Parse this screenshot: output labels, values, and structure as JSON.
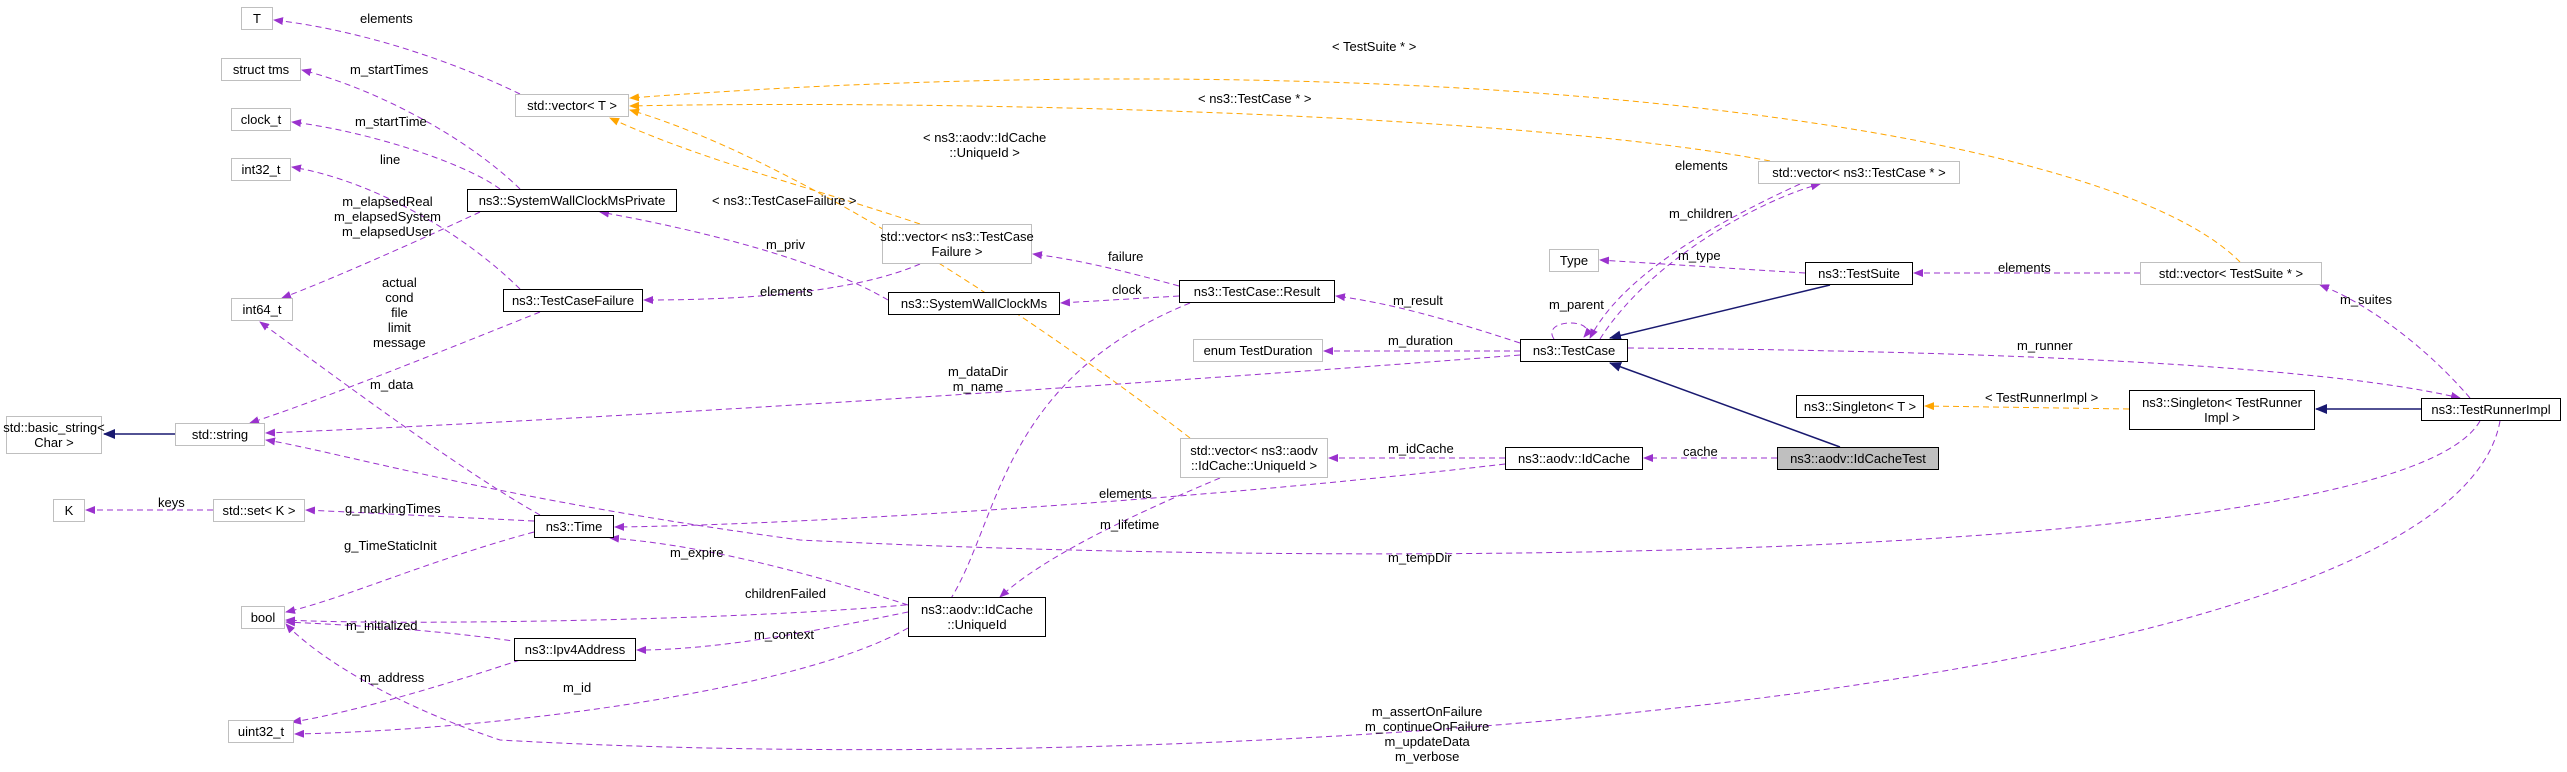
{
  "colors": {
    "usage": "#9a32cd",
    "template": "#ffa500",
    "inherit": "#191970",
    "focus_fill": "#bfbfbf"
  },
  "nodes": {
    "t": "T",
    "struct_tms": "struct tms",
    "clock_t": "clock_t",
    "int32_t": "int32_t",
    "int64_t": "int64_t",
    "basic_string": "std::basic_string<\nChar >",
    "std_string": "std::string",
    "k": "K",
    "set_k": "std::set< K >",
    "bool": "bool",
    "uint32_t": "uint32_t",
    "vector_t": "std::vector< T >",
    "wallclock_private": "ns3::SystemWallClockMsPrivate",
    "testcase_failure": "ns3::TestCaseFailure",
    "time": "ns3::Time",
    "ipv4address": "ns3::Ipv4Address",
    "vector_failure": "std::vector< ns3::TestCase\nFailure >",
    "wallclock": "ns3::SystemWallClockMs",
    "vector_uniqueid": "std::vector< ns3::aodv\n::IdCache::UniqueId >",
    "uniqueid": "ns3::aodv::IdCache\n::UniqueId",
    "result": "ns3::TestCase::Result",
    "enum_duration": "enum TestDuration",
    "idcache": "ns3::aodv::IdCache",
    "testcase": "ns3::TestCase",
    "type": "Type",
    "vector_testcase": "std::vector< ns3::TestCase * >",
    "testsuite": "ns3::TestSuite",
    "idcachetest": "ns3::aodv::IdCacheTest",
    "singleton_t": "ns3::Singleton< T >",
    "singleton_runner": "ns3::Singleton< TestRunner\nImpl >",
    "vector_testsuite": "std::vector< TestSuite * >",
    "runnerimpl": "ns3::TestRunnerImpl"
  },
  "labels": {
    "elements_t": "elements",
    "m_starttimes": "m_startTimes",
    "m_starttime": "m_startTime",
    "line": "line",
    "elapsed": "m_elapsedReal\nm_elapsedSystem\nm_elapsedUser",
    "failure_fields": "actual\ncond\nfile\nlimit\nmessage",
    "elements_failure": "elements",
    "m_priv": "m_priv",
    "tpl_failure": "< ns3::TestCaseFailure >",
    "tpl_uniqueid": "< ns3::aodv::IdCache\n::UniqueId >",
    "tpl_testcase": "< ns3::TestCase * >",
    "tpl_testsuite": "< TestSuite * >",
    "m_data": "m_data",
    "keys": "keys",
    "g_markingtimes": "g_markingTimes",
    "g_timestaticinit": "g_TimeStaticInit",
    "m_initialized": "m_initialized",
    "m_address": "m_address",
    "m_context": "m_context",
    "m_id": "m_id",
    "m_expire": "m_expire",
    "childrenfailed": "childrenFailed",
    "failure": "failure",
    "clock": "clock",
    "m_result": "m_result",
    "m_duration": "m_duration",
    "datadir": "m_dataDir\nm_name",
    "m_parent": "m_parent",
    "elements_tc": "elements",
    "m_children": "m_children",
    "m_type": "m_type",
    "elements_suite": "elements",
    "m_runner": "m_runner",
    "m_suites": "m_suites",
    "tpl_runner": "< TestRunnerImpl >",
    "m_idcache": "m_idCache",
    "elements_uid": "elements",
    "cache": "cache",
    "m_lifetime": "m_lifetime",
    "m_tempdir": "m_tempDir",
    "runner_flags": "m_assertOnFailure\nm_continueOnFailure\nm_updateData\nm_verbose"
  }
}
